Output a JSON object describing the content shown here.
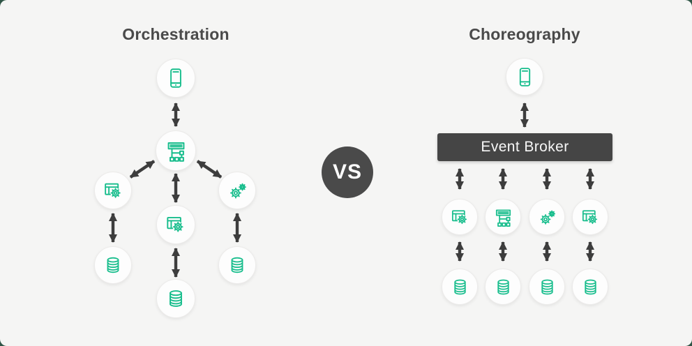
{
  "canvas": {
    "background": "#f5f5f4",
    "page_background": "#2f5546"
  },
  "orchestration": {
    "title": "Orchestration",
    "client_icon": "smartphone-icon",
    "orchestrator_icon": "workflow-icon",
    "service_icons": [
      "web-app-gear-icon",
      "web-app-gear-icon",
      "gears-icon"
    ],
    "database_icons": [
      "database-icon",
      "database-icon",
      "database-icon"
    ]
  },
  "divider": {
    "label": "VS"
  },
  "choreography": {
    "title": "Choreography",
    "broker_label": "Event Broker",
    "client_icon": "smartphone-icon",
    "service_icons": [
      "web-app-gear-icon",
      "workflow-icon",
      "gears-icon",
      "web-app-gear-icon"
    ],
    "database_icons": [
      "database-icon",
      "database-icon",
      "database-icon",
      "database-icon"
    ]
  },
  "colors": {
    "accent_green": "#17bd8c",
    "arrow_dark": "#3d3d3d",
    "broker_bar": "#454545",
    "vs_badge": "#4a4a4a",
    "title_text": "#4a4a4a",
    "node_fill": "#fdfdfd"
  }
}
